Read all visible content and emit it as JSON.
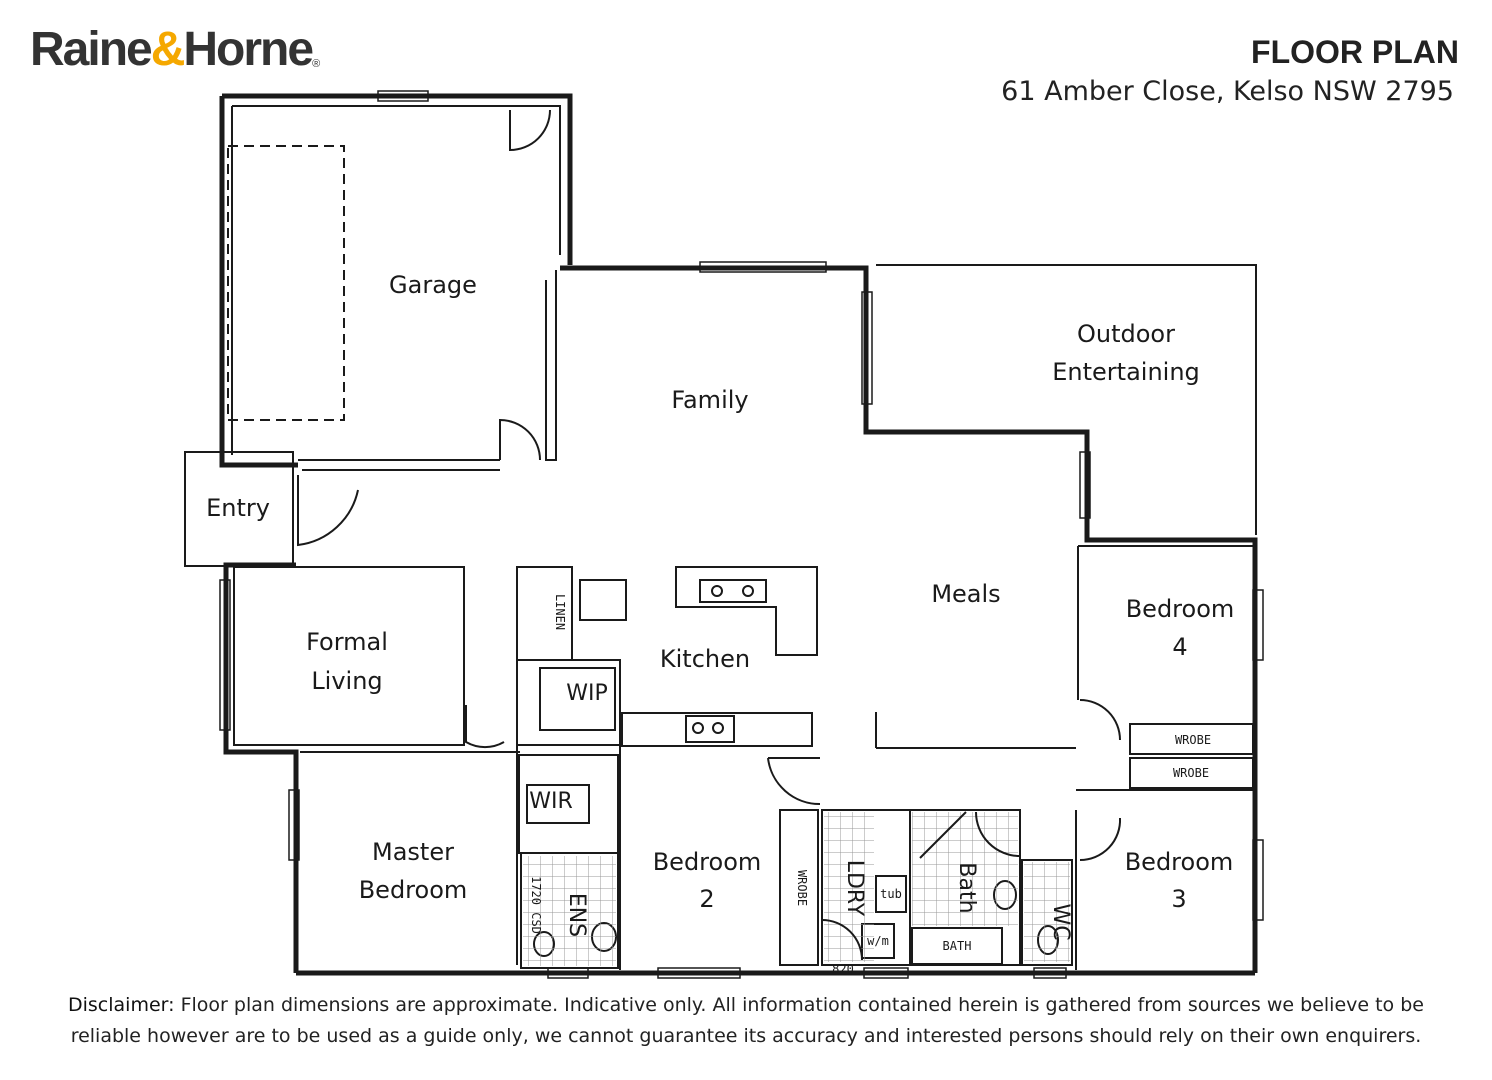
{
  "brand": {
    "name_part1": "Raine",
    "amp": "&",
    "name_part2": "Horne",
    "reg": "®"
  },
  "header": {
    "title": "FLOOR PLAN",
    "address": "61 Amber Close, Kelso NSW 2795"
  },
  "rooms": {
    "garage": "Garage",
    "family": "Family",
    "outdoor_line1": "Outdoor",
    "outdoor_line2": "Entertaining",
    "entry": "Entry",
    "formal_line1": "Formal",
    "formal_line2": "Living",
    "linen": "LINEN",
    "wip": "WIP",
    "kitchen": "Kitchen",
    "meals": "Meals",
    "bed4_line1": "Bedroom",
    "bed4_line2": "4",
    "wrobe1": "WROBE",
    "wrobe2": "WROBE",
    "wir": "WIR",
    "master_line1": "Master",
    "master_line2": "Bedroom",
    "ens": "ENS",
    "bed2_line1": "Bedroom",
    "bed2_line2": "2",
    "wrobe3": "WROBE",
    "ldry": "LDRY",
    "bath": "Bath",
    "bath_tub": "BATH",
    "wc": "WC",
    "bed3_line1": "Bedroom",
    "bed3_line2": "3",
    "tub": "tub",
    "wm": "w/m",
    "shower_ens": "1720 CSD",
    "shower_ldry": "820"
  },
  "disclaimer": {
    "lead": "Disclaimer:",
    "text": " Floor plan dimensions are approximate. Indicative only. All information contained herein is gathered from sources we believe to be reliable however are to be used as a guide only, we cannot guarantee its accuracy and interested persons should rely on their own enquirers."
  },
  "colors": {
    "accent": "#f5a800",
    "text": "#333333"
  }
}
